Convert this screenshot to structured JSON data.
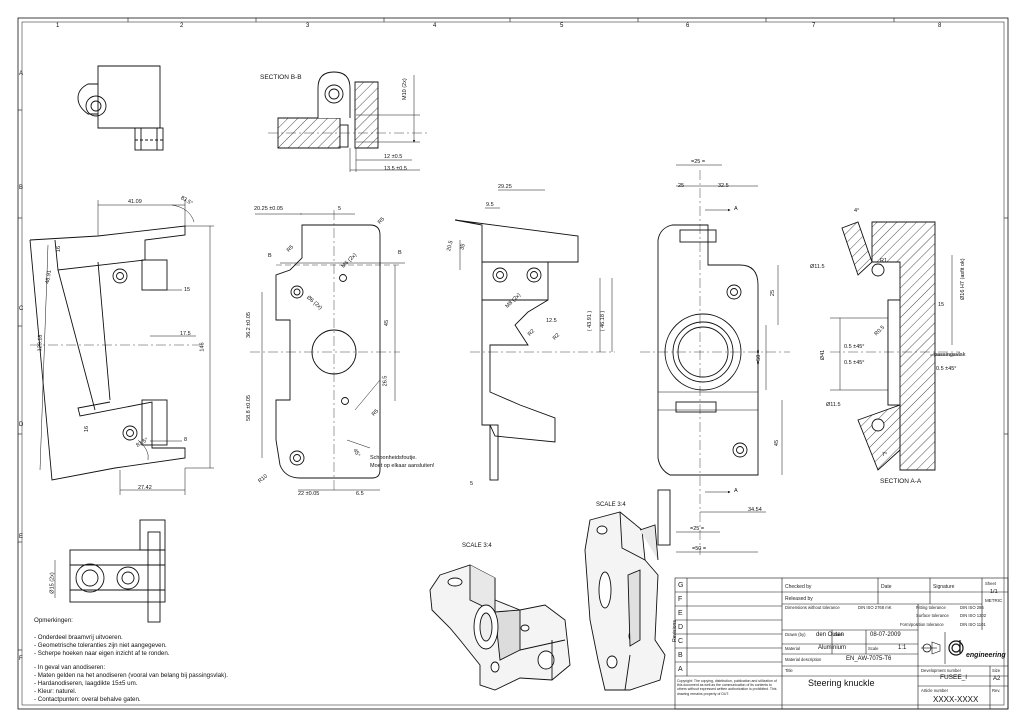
{
  "zones": {
    "columns": [
      "1",
      "2",
      "3",
      "4",
      "5",
      "6",
      "7",
      "8"
    ],
    "rows": [
      "A",
      "B",
      "C",
      "D",
      "E",
      "F"
    ]
  },
  "views": {
    "section_bb": "SECTION B-B",
    "section_aa": "SECTION A-A",
    "scale_left": "SCALE 3:4",
    "scale_right": "SCALE 3:4"
  },
  "dimensions": {
    "bb_m10": "M10 (2x)",
    "bb_12": "12 ±0.5",
    "bb_135": "13.5 ±0.5",
    "side_4109": "41.09",
    "side_835": "83.5°",
    "side_16a": "16",
    "side_4691": "46.91",
    "side_12318": "123.18",
    "side_15": "15",
    "side_175": "17.5",
    "side_146": "146",
    "side_16b": "16",
    "side_835b": "83.5°",
    "side_8": "8",
    "side_2742": "27.42",
    "front_2025": "20.25 ±0.05",
    "front_5": "5",
    "front_r5a": "R5",
    "front_r5b": "R5",
    "front_m6": "M6 (2x)",
    "front_b_top": "B",
    "front_b_top2": "B",
    "front_ø6": "Ø6 (2x)",
    "front_362": "36.2 ±0.05",
    "front_45": "45",
    "front_265": "26.5",
    "front_588": "58.8 ±0.05",
    "front_r5c": "R5",
    "front_45deg": "45°",
    "front_r10": "R10",
    "front_22": "22 ±0.05",
    "front_65": "6.5",
    "front_note1": "Schoonheidsfoutje.",
    "front_note2": "Moet op elkaar aansluiten!",
    "mid_2925": "29.25",
    "mid_95": "9.5",
    "mid_205": "20.5",
    "mid_35": "35",
    "mid_m8": "M8 (2x)",
    "mid_r2a": "R2",
    "mid_125": "12.5",
    "mid_r2b": "R2",
    "mid_4391": "( 43.91 )",
    "mid_4618": "( 46.18 )",
    "mid_5": "5",
    "rv_25a": "=25 =",
    "rv_25b": "25",
    "rv_325": "32.5",
    "rv_a1": "A",
    "rv_25c": "25",
    "rv_50a": "=50 =",
    "rv_45": "45",
    "rv_a2": "A",
    "rv_3454": "34.54",
    "rv_25d": "=25 =",
    "rv_50b": "=50 =",
    "aa_4": "4°",
    "aa_115a": "Ø11.5",
    "aa_r1": "R1",
    "aa_ø16": "Ø16 H7 (asfit ok)",
    "aa_15": "15",
    "aa_r05": "R0.5",
    "aa_ø41": "Ø41",
    "aa_05a": "0.5 ±45°",
    "aa_05b": "0.5 ±45°",
    "aa_pass": "passingsvlak",
    "aa_05c": "0.5 ±45°",
    "aa_115b": "Ø11.5",
    "aa_7": "7°",
    "iso_15": "Ø15 (2x)"
  },
  "notes": {
    "title": "Opmerkingen:",
    "lines": [
      "- Onderdeel braamvrij uitvoeren.",
      "- Geometrische toleranties zijn niet aangegeven.",
      "- Scherpe hoeken naar eigen inzicht af te ronden.",
      "",
      "- In geval van anodiseren:",
      "- Maten gelden na het anodiseren (vooral van belang bij passingsvlak).",
      "- Hardanodiseren, laagdikte 15±5 um.",
      "- Kleur: naturel.",
      "- Contactpunten: overal behalve gaten."
    ]
  },
  "title_block": {
    "revisions_label": "Revisions",
    "rev_rows": [
      "G",
      "F",
      "E",
      "D",
      "C",
      "B",
      "A"
    ],
    "checked_by": "Checked by",
    "released_by": "Released by",
    "dims_tol": "Dimensions without tolerance",
    "dims_std": "DIN ISO 2768 mK",
    "fitting_tol": "Fitting tolerance",
    "fitting_std": "DIN ISO 286",
    "surface_tol": "Surface tolerance",
    "surface_std": "DIN ISO 1302",
    "form_tol": "Form/position tolerance",
    "form_std": "DIN ISO 1101",
    "date": "Date",
    "signature": "Signature",
    "drawn_by_label": "Drawn (by)",
    "drawn_by": "den Outen",
    "date_label": "Date",
    "date_value": "08-07-2009",
    "material_label": "Material",
    "material": "Aluminium",
    "scale_label": "Scale",
    "scale": "1:1",
    "material_desc_label": "Material description",
    "material_desc": "EN_AW-7075-T6",
    "title_label": "Title",
    "title": "Steering knuckle",
    "dev_label": "Development number",
    "dev": "FUSEE_I",
    "size_label": "Size",
    "size": "A2",
    "article_label": "Article number",
    "article": "XXXX-XXXX",
    "rev_label": "Rev.",
    "sheet_label": "Sheet",
    "sheet": "1/1",
    "units": "METRIC",
    "brand": "engineering",
    "copyright": "Copyright: The copying, distribution, publication and utilization of this document as well as the communication of its contents to others without expressed written authorization is prohibited. This drawing remains property of DUT."
  }
}
